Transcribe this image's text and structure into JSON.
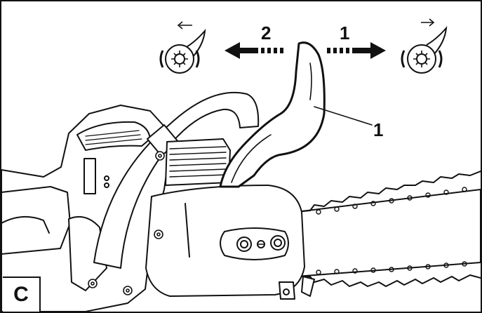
{
  "figure": {
    "panel_letter": "C",
    "step_left_number": "2",
    "step_right_number": "1",
    "callout_number": "1"
  },
  "colors": {
    "line": "#111111",
    "fill": "#ffffff"
  },
  "icons": {
    "left_symbol": "brake-released-icon",
    "right_symbol": "brake-engaged-icon",
    "left_arrow": "arrow-left-icon",
    "right_arrow": "arrow-right-icon"
  }
}
